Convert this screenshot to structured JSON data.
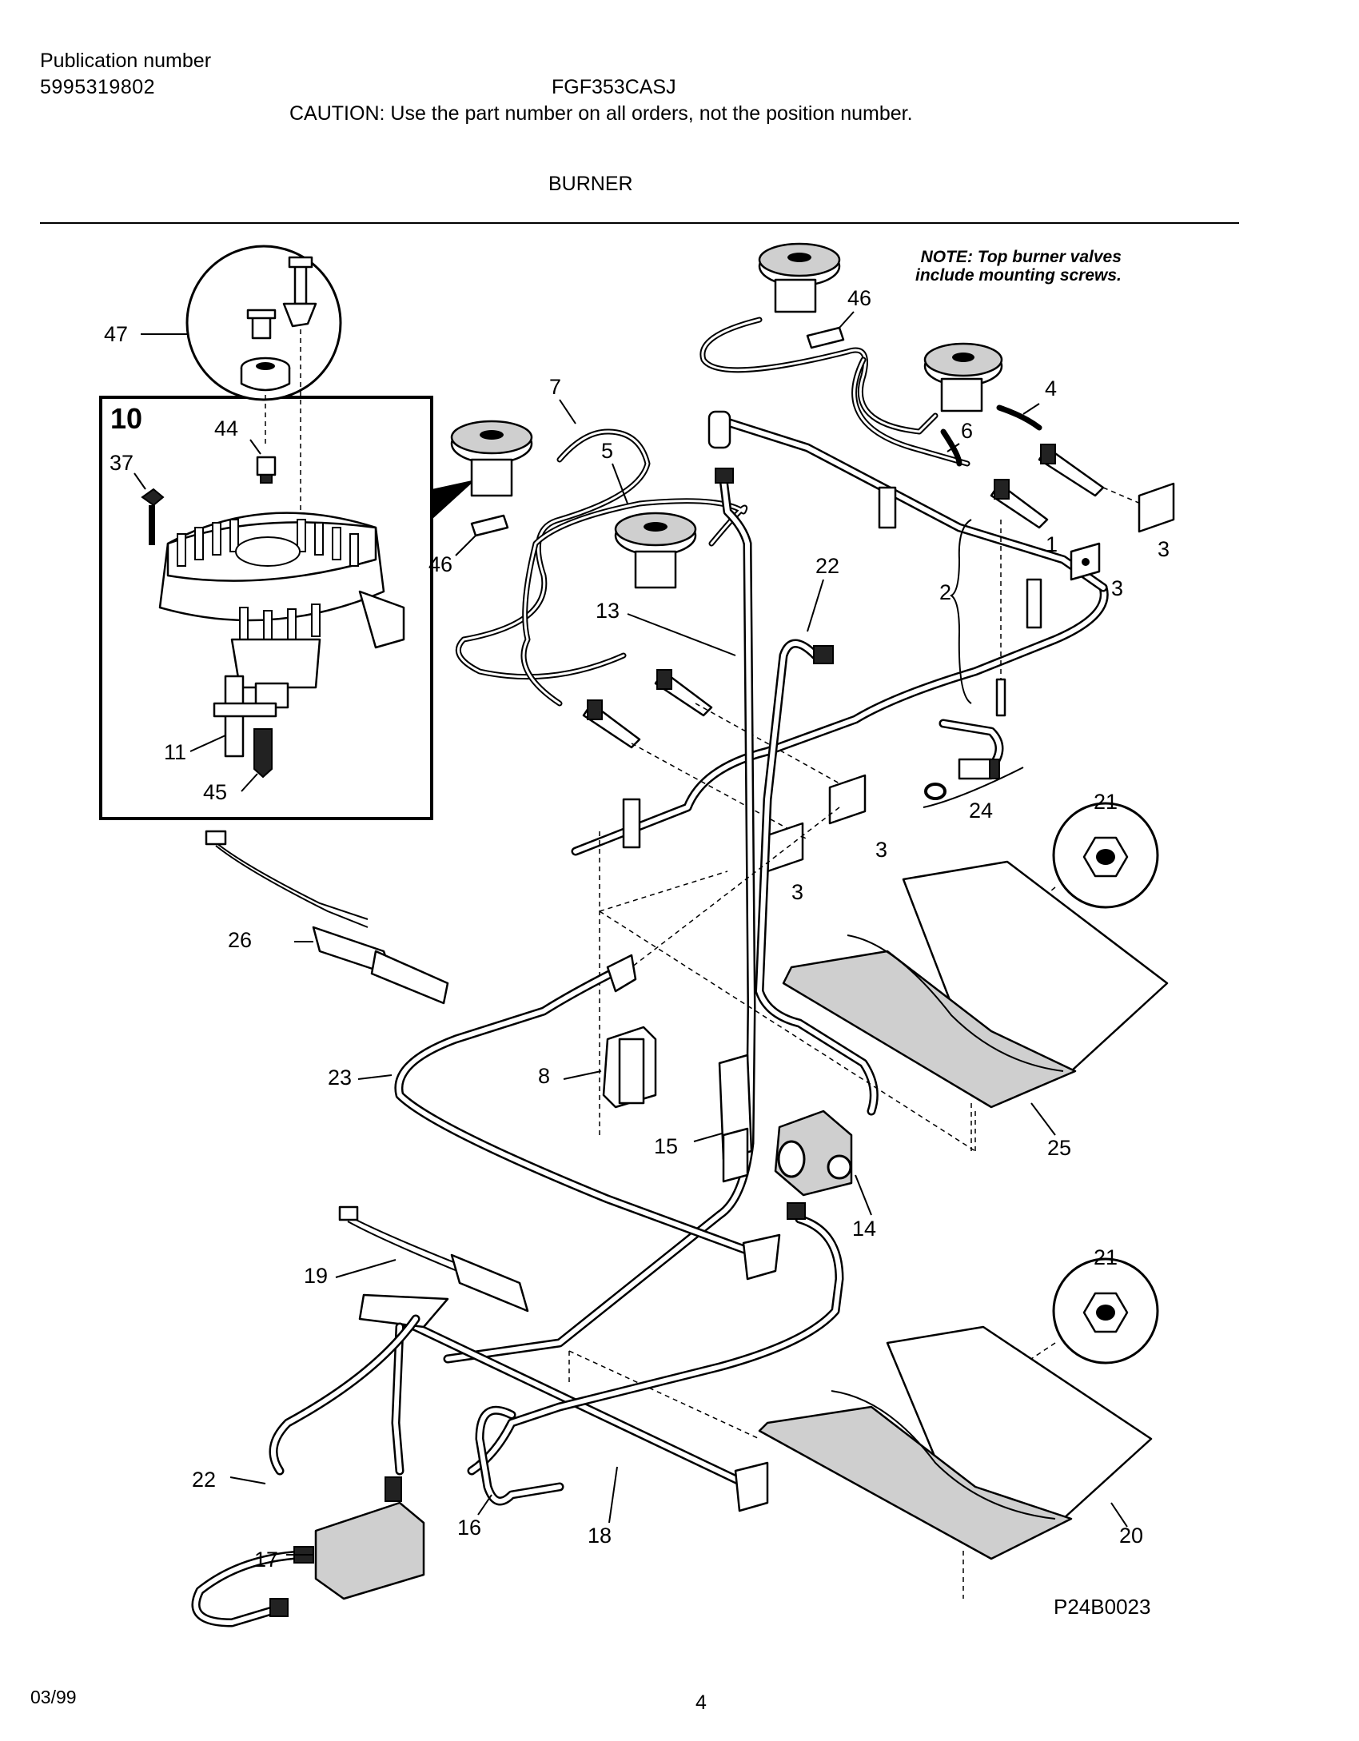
{
  "header": {
    "publication_label": "Publication number",
    "publication_number": "5995319802",
    "model": "FGF353CASJ",
    "caution": "CAUTION:  Use the part number on all orders, not the position number.",
    "section_title": "BURNER"
  },
  "note": {
    "line1": "NOTE: Top burner valves",
    "line2": "include mounting screws."
  },
  "callouts": {
    "c1": "1",
    "c2": "2",
    "c3a": "3",
    "c3b": "3",
    "c3c": "3",
    "c3d": "3",
    "c4": "4",
    "c5": "5",
    "c6": "6",
    "c7": "7",
    "c8": "8",
    "c10": "10",
    "c11": "11",
    "c13": "13",
    "c14": "14",
    "c15": "15",
    "c16": "16",
    "c17": "17",
    "c18": "18",
    "c19": "19",
    "c20": "20",
    "c21a": "21",
    "c21b": "21",
    "c22a": "22",
    "c22b": "22",
    "c23": "23",
    "c24": "24",
    "c25": "25",
    "c26": "26",
    "c37": "37",
    "c44": "44",
    "c45": "45",
    "c46a": "46",
    "c46b": "46",
    "c47": "47"
  },
  "footer": {
    "figure_code": "P24B0023",
    "date": "03/99",
    "page": "4"
  }
}
